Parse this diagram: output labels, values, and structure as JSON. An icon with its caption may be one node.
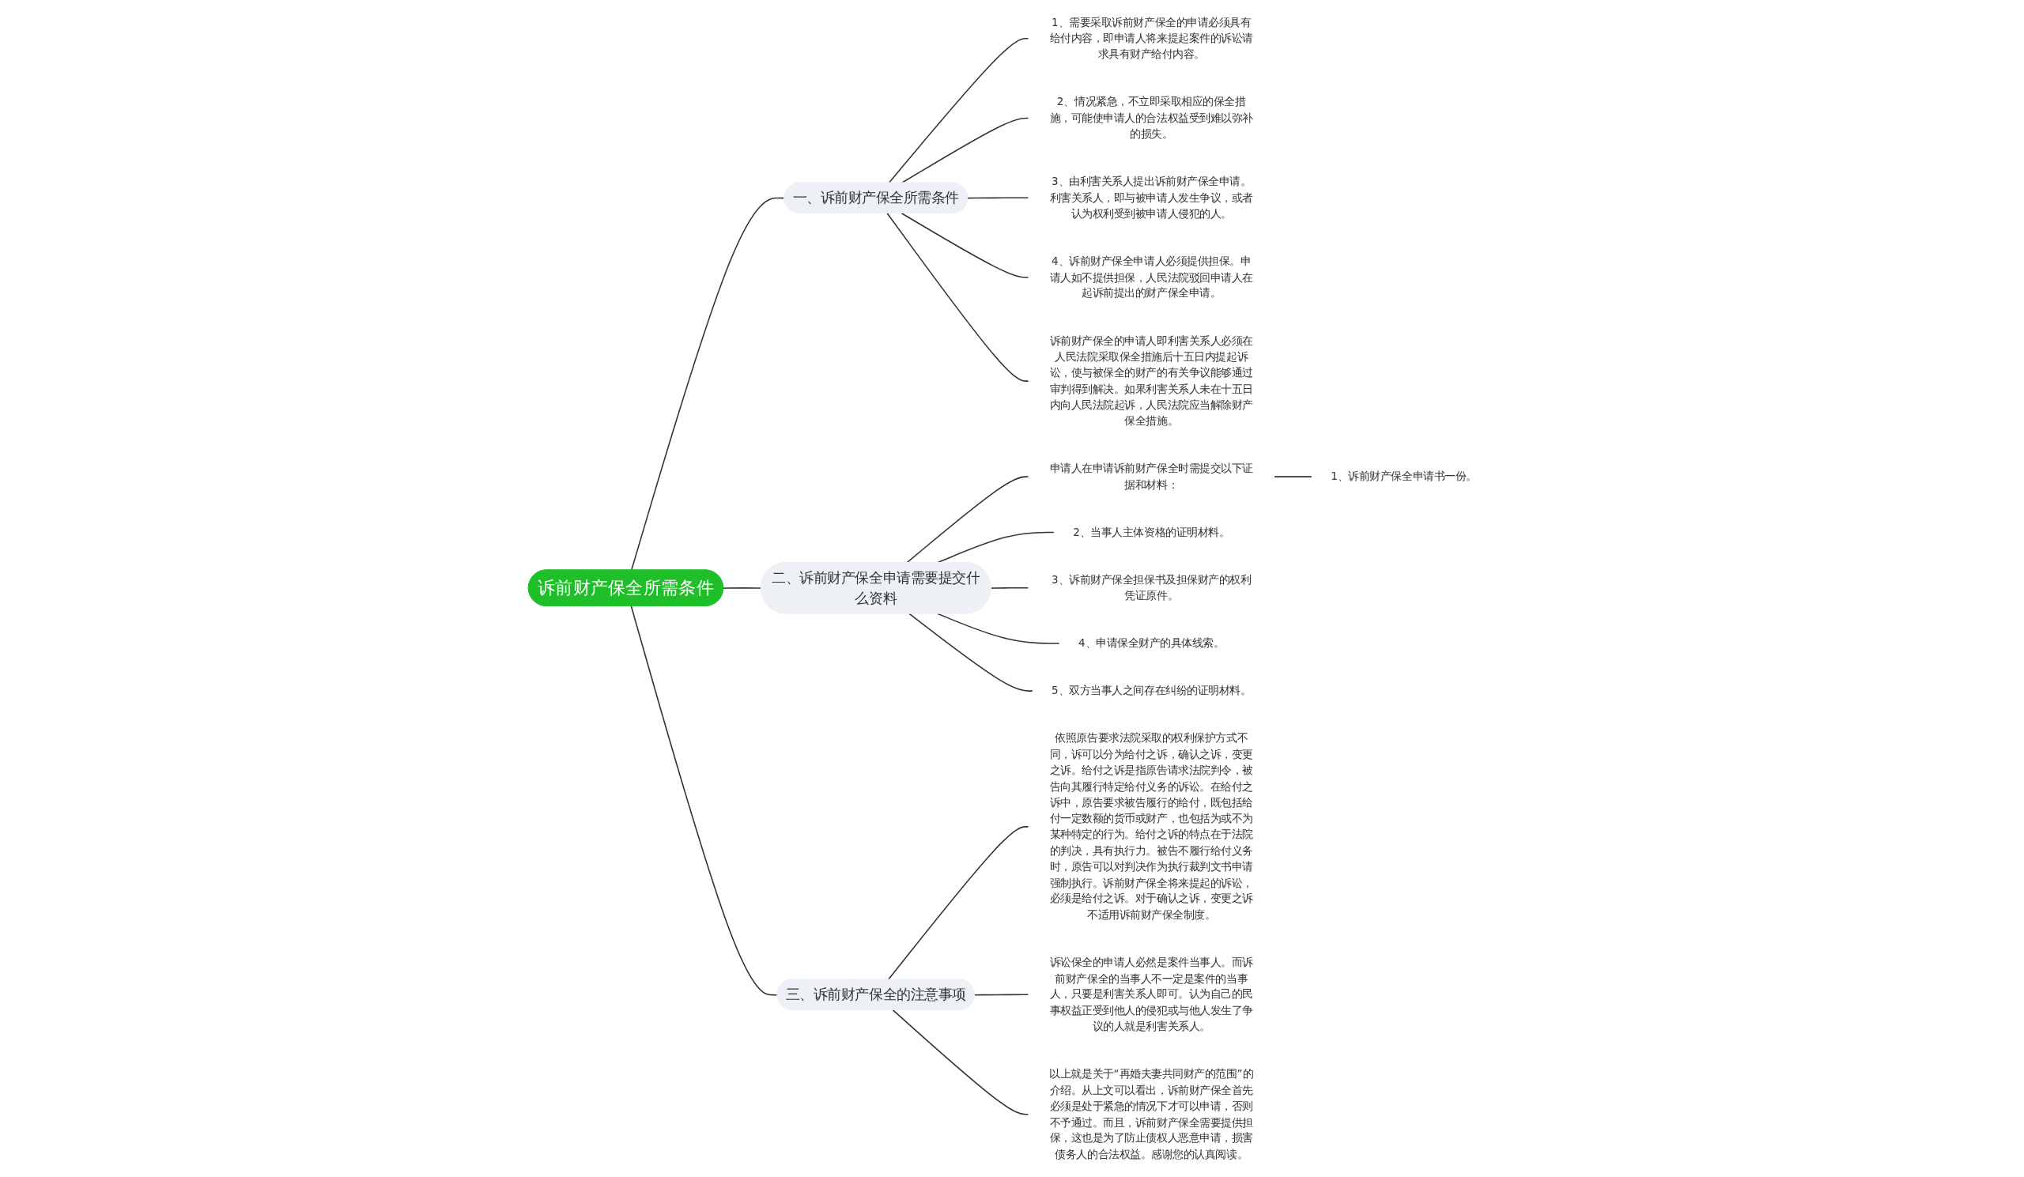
{
  "diagram": {
    "nodes": [
      {
        "text": [
          "诉前财产保全所需条件"
        ]
      },
      {
        "text": [
          "一、诉前财产保全所需条件"
        ]
      },
      {
        "text": [
          "1、需要采取诉前财产保全的申请必须具有给付内容，即申请人将来提起案件的诉讼请求具有财产给付内容。"
        ]
      },
      {
        "text": [
          "2、情况紧急，不立即采取相应的保全措施，可能使申请人的合法权益受到难以弥补的损失。"
        ]
      },
      {
        "text": [
          "3、由利害关系人提出诉前财产保全申请。利害关系人，即与被申请人发生争议，或者认为权利受到被申请人侵犯的人。"
        ]
      },
      {
        "text": [
          "4、诉前财产保全申请人必须提供担保。申请人如不提供担保，人民法院驳回申请人在起诉前提出的财产保全申请。"
        ]
      },
      {
        "text": [
          "诉前财产保全的申请人即利害关系人必须在人民法院采取保全措施后十五日内提起诉讼，使与被保全的财产的有关争议能够通过审判得到解决。如果利害关系人未在十五日内向人民法院起诉，人民法院应当解除财产保全措施。"
        ]
      },
      {
        "text": [
          "二、诉前财产保全申请需要提交什么资料"
        ]
      },
      {
        "text": [
          "申请人在申请诉前财产保全时需提交以下证据和材料："
        ]
      },
      {
        "text": [
          "1、诉前财产保全申请书一份。"
        ]
      },
      {
        "text": [
          "2、当事人主体资格的证明材料。"
        ]
      },
      {
        "text": [
          "3、诉前财产保全担保书及担保财产的权利凭证原件。"
        ]
      },
      {
        "text": [
          "4、申请保全财产的具体线索。"
        ]
      },
      {
        "text": [
          "5、双方当事人之间存在纠纷的证明材料。"
        ]
      },
      {
        "text": [
          "三、诉前财产保全的注意事项"
        ]
      },
      {
        "text": [
          "依照原告要求法院采取的权利保护方式不同，诉可以分为给付之诉，确认之诉，变更之诉。给付之诉是指原告请求法院判令，被告向其履行特定给付义务的诉讼。在给付之诉中，原告要求被告履行的给付，既包括给付一定数额的货币或财产，也包括为或不为某种特定的行为。给付之诉的特点在于法院的判决，具有执行力。被告不履行给付义务时，原告可以对判决作为执行裁判文书申请强制执行。诉前财产保全将来提起的诉讼，必须是给付之诉。对于确认之诉，变更之诉不适用诉前财产保全制度。"
        ]
      },
      {
        "text": [
          "诉讼保全的申请人必然是案件当事人。而诉前财产保全的当事人不一定是案件的当事人，只要是利害关系人即可。认为自己的民事权益正受到他人的侵犯或与他人发生了争议的人就是利害关系人。"
        ]
      },
      {
        "text": [
          "以上就是关于“再婚夫妻共同财产的范围”的介绍。从上文可以看出，诉前财产保全首先必须是处于紧急的情况下才可以申请，否则不予通过。而且，诉前财产保全需要提供担保，这也是为了防止债权人恶意申请，损害债务人的合法权益。感谢您的认真阅读。"
        ]
      }
    ],
    "edges": [
      {
        "from": 0,
        "to": 1,
        "arrow": "none"
      },
      {
        "from": 1,
        "to": 2,
        "arrow": "none"
      },
      {
        "from": 1,
        "to": 3,
        "arrow": "none"
      },
      {
        "from": 1,
        "to": 4,
        "arrow": "none"
      },
      {
        "from": 1,
        "to": 5,
        "arrow": "none"
      },
      {
        "from": 1,
        "to": 6,
        "arrow": "none"
      },
      {
        "from": 0,
        "to": 7,
        "arrow": "none"
      },
      {
        "from": 7,
        "to": 8,
        "arrow": "none"
      },
      {
        "from": 8,
        "to": 9,
        "arrow": "none"
      },
      {
        "from": 7,
        "to": 10,
        "arrow": "none"
      },
      {
        "from": 7,
        "to": 11,
        "arrow": "none"
      },
      {
        "from": 7,
        "to": 12,
        "arrow": "none"
      },
      {
        "from": 7,
        "to": 13,
        "arrow": "none"
      },
      {
        "from": 0,
        "to": 14,
        "arrow": "none"
      },
      {
        "from": 14,
        "to": 15,
        "arrow": "none"
      },
      {
        "from": 14,
        "to": 16,
        "arrow": "none"
      },
      {
        "from": 14,
        "to": 17,
        "arrow": "none"
      }
    ]
  }
}
